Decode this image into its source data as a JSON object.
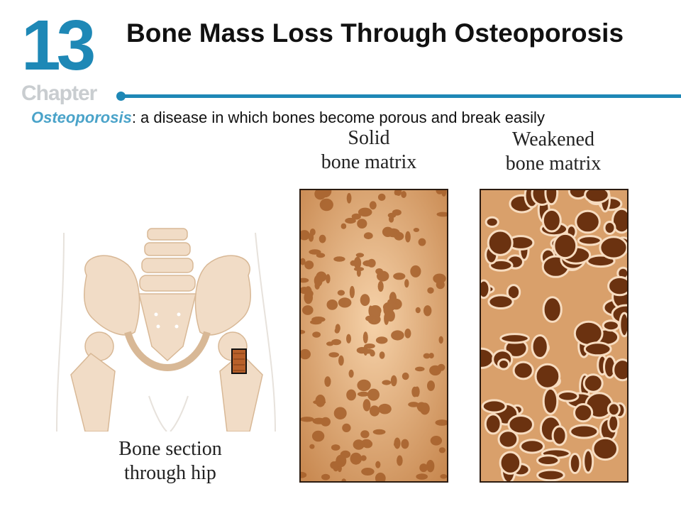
{
  "chapter": {
    "number": "13",
    "word": "Chapter"
  },
  "title": "Bone Mass Loss Through Osteoporosis",
  "definition": {
    "term": "Osteoporosis",
    "text": ": a disease in which bones become porous and break easily"
  },
  "figure": {
    "solid_caption_line1": "Solid",
    "solid_caption_line2": "bone matrix",
    "weakened_caption_line1": "Weakened",
    "weakened_caption_line2": "bone matrix",
    "hip_caption_line1": "Bone section",
    "hip_caption_line2": "through hip"
  },
  "colors": {
    "accent": "#1e88b6",
    "term": "#4aa3c9",
    "bone": "#f1dcc6",
    "bone_dark": "#7a3a12"
  }
}
